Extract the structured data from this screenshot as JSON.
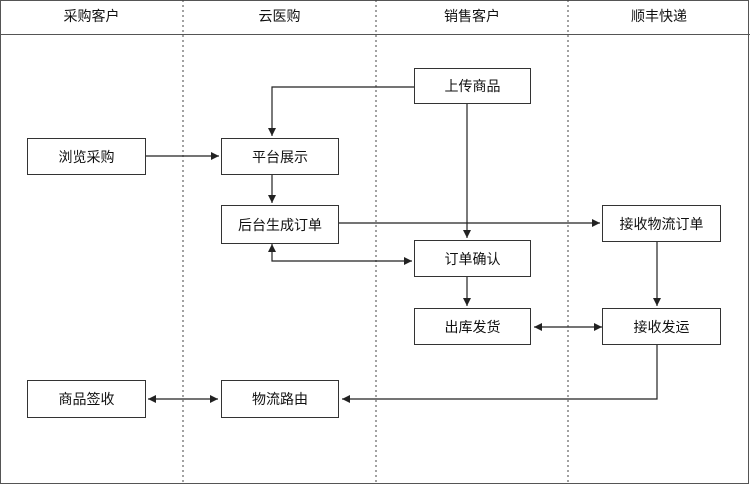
{
  "lanes": [
    "采购客户",
    "云医购",
    "销售客户",
    "顺丰快递"
  ],
  "nodes": {
    "browse": "浏览采购",
    "platform": "平台展示",
    "backend_order": "后台生成订单",
    "upload": "上传商品",
    "confirm": "订单确认",
    "ship_out": "出库发货",
    "receive_order": "接收物流订单",
    "receive_ship": "接收发运",
    "goods_sign": "商品签收",
    "logistics_route": "物流路由"
  }
}
